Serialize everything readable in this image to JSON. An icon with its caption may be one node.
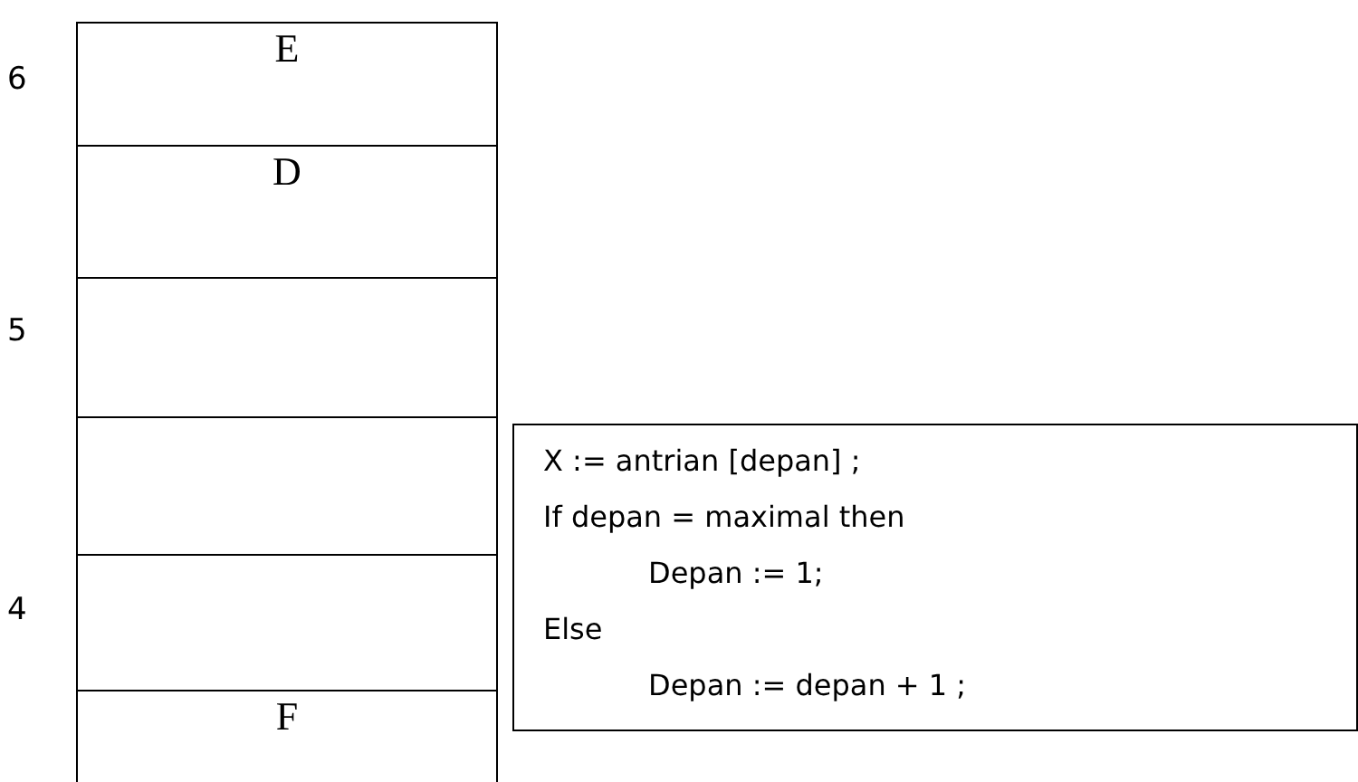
{
  "diagram": {
    "nodes": [
      {
        "text": [
          "E"
        ]
      },
      {
        "text": [
          "D"
        ]
      },
      {
        "text": [],
        "shape": "box"
      },
      {
        "text": [],
        "shape": "box"
      },
      {
        "text": [],
        "shape": "box"
      },
      {
        "text": [
          "F"
        ]
      },
      {
        "text": [
          "X := antrian [depan] ;",
          "If depan = maximal then",
          "Depan := 1;",
          "Else",
          "Depan := depan + 1 ;"
        ]
      }
    ],
    "labels": [
      "6",
      "5",
      "4"
    ]
  }
}
